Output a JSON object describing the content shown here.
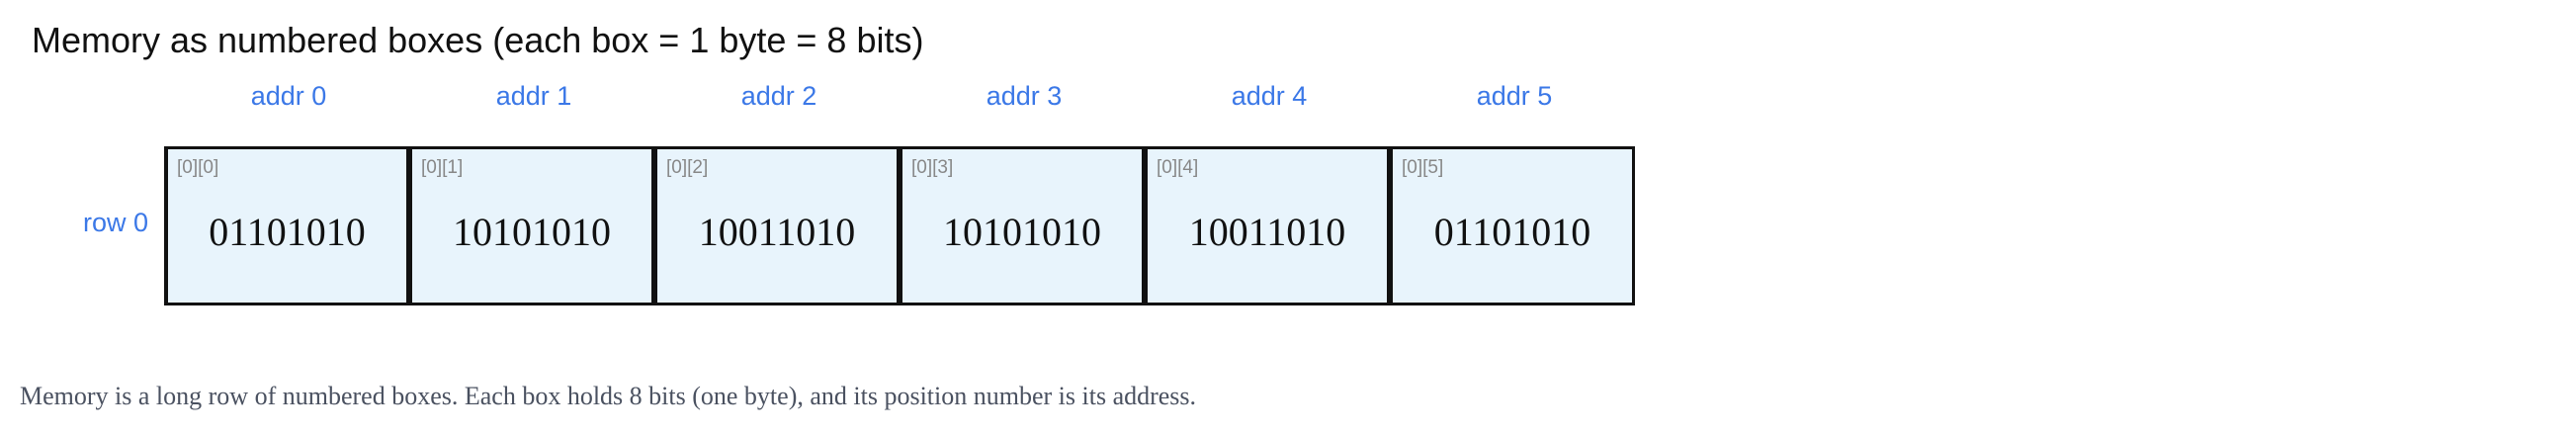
{
  "title": "Memory as numbered boxes (each box = 1 byte = 8 bits)",
  "addresses": [
    "addr 0",
    "addr 1",
    "addr 2",
    "addr 3",
    "addr 4",
    "addr 5"
  ],
  "rows": [
    {
      "label": "row 0",
      "cells": [
        {
          "index": "[0][0]",
          "bits": "01101010"
        },
        {
          "index": "[0][1]",
          "bits": "10101010"
        },
        {
          "index": "[0][2]",
          "bits": "10011010"
        },
        {
          "index": "[0][3]",
          "bits": "10101010"
        },
        {
          "index": "[0][4]",
          "bits": "10011010"
        },
        {
          "index": "[0][5]",
          "bits": "01101010"
        }
      ]
    }
  ],
  "caption": "Memory is a long row of numbered boxes. Each box holds 8 bits (one byte), and its position number is its address.",
  "colors": {
    "label_blue": "#3b78e7",
    "cell_fill": "#e8f4fc",
    "cell_border": "#111111"
  }
}
